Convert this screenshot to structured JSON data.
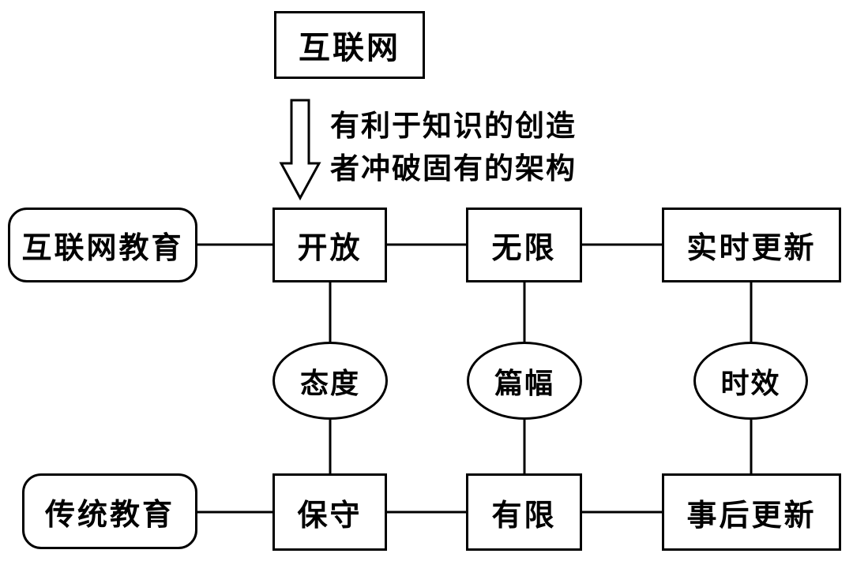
{
  "diagram": {
    "title_node": "互联网",
    "arrow_note": {
      "line1": "有利于知识的创造",
      "line2": "者冲破固有的架构"
    },
    "internet_row": {
      "label": "互联网教育",
      "nodes": [
        "开放",
        "无限",
        "实时更新"
      ]
    },
    "dimension_nodes": [
      "态度",
      "篇幅",
      "时效"
    ],
    "traditional_row": {
      "label": "传统教育",
      "nodes": [
        "保守",
        "有限",
        "事后更新"
      ]
    },
    "colors": {
      "stroke": "#000000",
      "fill": "#ffffff",
      "text": "#000000"
    }
  }
}
